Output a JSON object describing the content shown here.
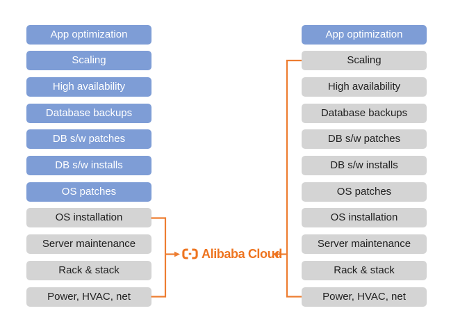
{
  "colors": {
    "background": "#FFFFFF",
    "box_blue": "#7E9DD6",
    "box_gray": "#D4D4D4",
    "text_on_blue": "#FFFFFF",
    "text_on_gray": "#212121",
    "connector_orange": "#ED7D31",
    "logo_orange": "#EE741F"
  },
  "left_column": {
    "items": [
      {
        "label": "App optimization",
        "variant": "blue"
      },
      {
        "label": "Scaling",
        "variant": "blue"
      },
      {
        "label": "High availability",
        "variant": "blue"
      },
      {
        "label": "Database backups",
        "variant": "blue"
      },
      {
        "label": "DB s/w patches",
        "variant": "blue"
      },
      {
        "label": "DB s/w installs",
        "variant": "blue"
      },
      {
        "label": "OS patches",
        "variant": "blue"
      },
      {
        "label": "OS installation",
        "variant": "gray"
      },
      {
        "label": "Server maintenance",
        "variant": "gray"
      },
      {
        "label": "Rack & stack",
        "variant": "gray"
      },
      {
        "label": "Power, HVAC, net",
        "variant": "gray"
      }
    ]
  },
  "right_column": {
    "items": [
      {
        "label": "App optimization",
        "variant": "blue"
      },
      {
        "label": "Scaling",
        "variant": "gray"
      },
      {
        "label": "High availability",
        "variant": "gray"
      },
      {
        "label": "Database backups",
        "variant": "gray"
      },
      {
        "label": "DB s/w patches",
        "variant": "gray"
      },
      {
        "label": "DB s/w installs",
        "variant": "gray"
      },
      {
        "label": "OS patches",
        "variant": "gray"
      },
      {
        "label": "OS installation",
        "variant": "gray"
      },
      {
        "label": "Server maintenance",
        "variant": "gray"
      },
      {
        "label": "Rack & stack",
        "variant": "gray"
      },
      {
        "label": "Power, HVAC, net",
        "variant": "gray"
      }
    ]
  },
  "center": {
    "logo_text": "Alibaba Cloud"
  }
}
